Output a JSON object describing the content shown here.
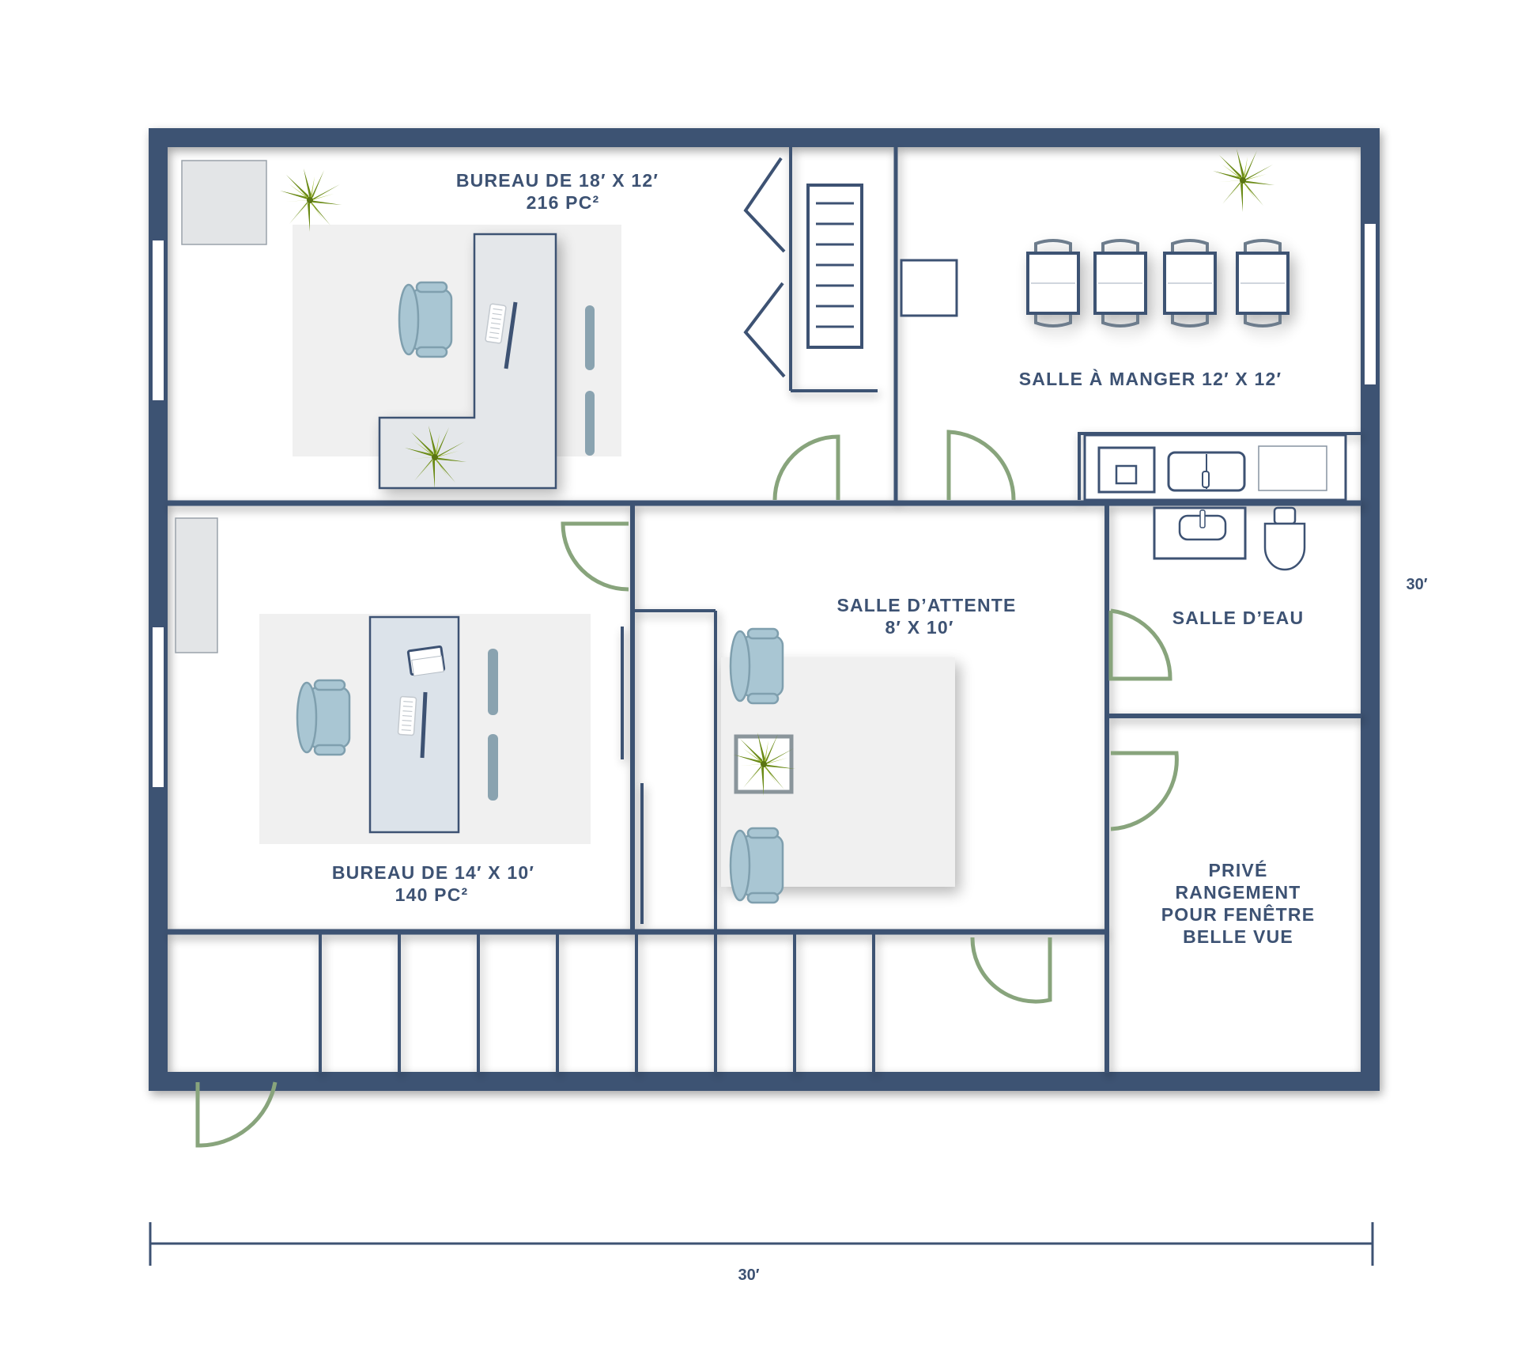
{
  "rooms": {
    "office_large": {
      "name": "BUREAU DE 18′ X 12′",
      "area": "216 PC²"
    },
    "dining": {
      "name": "SALLE À MANGER 12′ X 12′"
    },
    "waiting": {
      "name": "SALLE D’ATTENTE",
      "size": "8′ X 10′"
    },
    "washroom": {
      "name": "SALLE D’EAU"
    },
    "office_small": {
      "name": "BUREAU DE 14′ X 10′",
      "area": "140 PC²"
    },
    "storage": {
      "line1": "PRIVÉ",
      "line2": "RANGEMENT",
      "line3": "POUR FENÊTRE",
      "line4": "BELLE VUE"
    }
  },
  "dimensions": {
    "height": "30′",
    "width": "30′"
  },
  "colors": {
    "wall": "#3d5273",
    "door": "#88a47c",
    "furniture": "#a9c6d3",
    "rug": "#f0f0f0",
    "plant": "#7d9a20"
  }
}
